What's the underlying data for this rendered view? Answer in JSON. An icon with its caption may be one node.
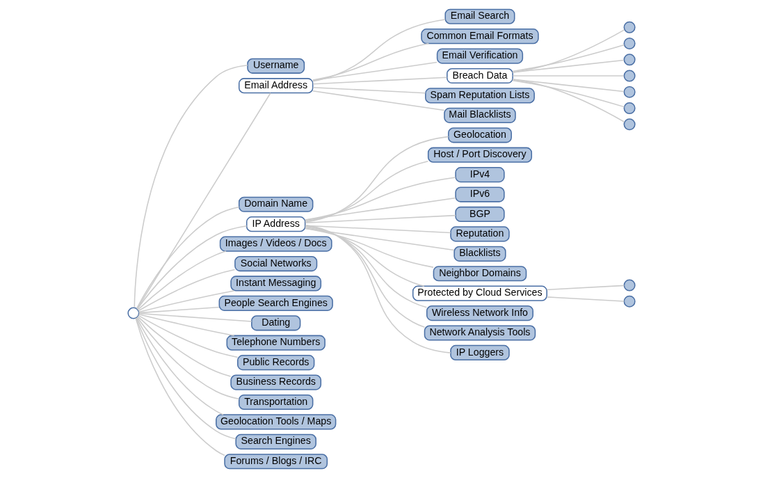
{
  "diagram": {
    "nodes": [
      {
        "text": [],
        "shape": "circle"
      },
      {
        "text": [
          "Username"
        ]
      },
      {
        "text": [
          "Email Address"
        ]
      },
      {
        "text": [
          "Domain Name"
        ]
      },
      {
        "text": [
          "IP Address"
        ]
      },
      {
        "text": [
          "Images / Videos / Docs"
        ]
      },
      {
        "text": [
          "Social Networks"
        ]
      },
      {
        "text": [
          "Instant Messaging"
        ]
      },
      {
        "text": [
          "People Search Engines"
        ]
      },
      {
        "text": [
          "Dating"
        ]
      },
      {
        "text": [
          "Telephone Numbers"
        ]
      },
      {
        "text": [
          "Public Records"
        ]
      },
      {
        "text": [
          "Business Records"
        ]
      },
      {
        "text": [
          "Transportation"
        ]
      },
      {
        "text": [
          "Geolocation Tools / Maps"
        ]
      },
      {
        "text": [
          "Search Engines"
        ]
      },
      {
        "text": [
          "Forums / Blogs / IRC"
        ]
      },
      {
        "text": [
          "Email Search"
        ]
      },
      {
        "text": [
          "Common Email Formats"
        ]
      },
      {
        "text": [
          "Email Verification"
        ]
      },
      {
        "text": [
          "Breach Data"
        ]
      },
      {
        "text": [
          "Spam Reputation Lists"
        ]
      },
      {
        "text": [
          "Mail Blacklists"
        ]
      },
      {
        "text": [
          "Geolocation"
        ]
      },
      {
        "text": [
          "Host / Port Discovery"
        ]
      },
      {
        "text": [
          "IPv4"
        ]
      },
      {
        "text": [
          "IPv6"
        ]
      },
      {
        "text": [
          "BGP"
        ]
      },
      {
        "text": [
          "Reputation"
        ]
      },
      {
        "text": [
          "Blacklists"
        ]
      },
      {
        "text": [
          "Neighbor Domains"
        ]
      },
      {
        "text": [
          "Protected by Cloud Services"
        ]
      },
      {
        "text": [
          "Wireless Network Info"
        ]
      },
      {
        "text": [
          "Network Analysis Tools"
        ]
      },
      {
        "text": [
          "IP Loggers"
        ]
      },
      {
        "text": [],
        "shape": "circle"
      },
      {
        "text": [],
        "shape": "circle"
      },
      {
        "text": [],
        "shape": "circle"
      },
      {
        "text": [],
        "shape": "circle"
      },
      {
        "text": [],
        "shape": "circle"
      },
      {
        "text": [],
        "shape": "circle"
      },
      {
        "text": [],
        "shape": "circle"
      },
      {
        "text": [],
        "shape": "circle"
      },
      {
        "text": [],
        "shape": "circle"
      }
    ],
    "edges": [
      {
        "from": 0,
        "to": 1,
        "arrow": "none"
      },
      {
        "from": 0,
        "to": 2,
        "arrow": "none"
      },
      {
        "from": 0,
        "to": 3,
        "arrow": "none"
      },
      {
        "from": 0,
        "to": 4,
        "arrow": "none"
      },
      {
        "from": 0,
        "to": 5,
        "arrow": "none"
      },
      {
        "from": 0,
        "to": 6,
        "arrow": "none"
      },
      {
        "from": 0,
        "to": 7,
        "arrow": "none"
      },
      {
        "from": 0,
        "to": 8,
        "arrow": "none"
      },
      {
        "from": 0,
        "to": 9,
        "arrow": "none"
      },
      {
        "from": 0,
        "to": 10,
        "arrow": "none"
      },
      {
        "from": 0,
        "to": 11,
        "arrow": "none"
      },
      {
        "from": 0,
        "to": 12,
        "arrow": "none"
      },
      {
        "from": 0,
        "to": 13,
        "arrow": "none"
      },
      {
        "from": 0,
        "to": 14,
        "arrow": "none"
      },
      {
        "from": 0,
        "to": 15,
        "arrow": "none"
      },
      {
        "from": 0,
        "to": 16,
        "arrow": "none"
      },
      {
        "from": 2,
        "to": 17,
        "arrow": "none"
      },
      {
        "from": 2,
        "to": 18,
        "arrow": "none"
      },
      {
        "from": 2,
        "to": 19,
        "arrow": "none"
      },
      {
        "from": 2,
        "to": 20,
        "arrow": "none"
      },
      {
        "from": 2,
        "to": 21,
        "arrow": "none"
      },
      {
        "from": 2,
        "to": 22,
        "arrow": "none"
      },
      {
        "from": 4,
        "to": 23,
        "arrow": "none"
      },
      {
        "from": 4,
        "to": 24,
        "arrow": "none"
      },
      {
        "from": 4,
        "to": 25,
        "arrow": "none"
      },
      {
        "from": 4,
        "to": 26,
        "arrow": "none"
      },
      {
        "from": 4,
        "to": 27,
        "arrow": "none"
      },
      {
        "from": 4,
        "to": 28,
        "arrow": "none"
      },
      {
        "from": 4,
        "to": 29,
        "arrow": "none"
      },
      {
        "from": 4,
        "to": 30,
        "arrow": "none"
      },
      {
        "from": 4,
        "to": 31,
        "arrow": "none"
      },
      {
        "from": 4,
        "to": 32,
        "arrow": "none"
      },
      {
        "from": 4,
        "to": 33,
        "arrow": "none"
      },
      {
        "from": 4,
        "to": 34,
        "arrow": "none"
      },
      {
        "from": 20,
        "to": 35,
        "arrow": "none"
      },
      {
        "from": 20,
        "to": 36,
        "arrow": "none"
      },
      {
        "from": 20,
        "to": 37,
        "arrow": "none"
      },
      {
        "from": 20,
        "to": 38,
        "arrow": "none"
      },
      {
        "from": 20,
        "to": 39,
        "arrow": "none"
      },
      {
        "from": 20,
        "to": 40,
        "arrow": "none"
      },
      {
        "from": 20,
        "to": 41,
        "arrow": "none"
      },
      {
        "from": 31,
        "to": 42,
        "arrow": "none"
      },
      {
        "from": 31,
        "to": 43,
        "arrow": "none"
      }
    ]
  }
}
